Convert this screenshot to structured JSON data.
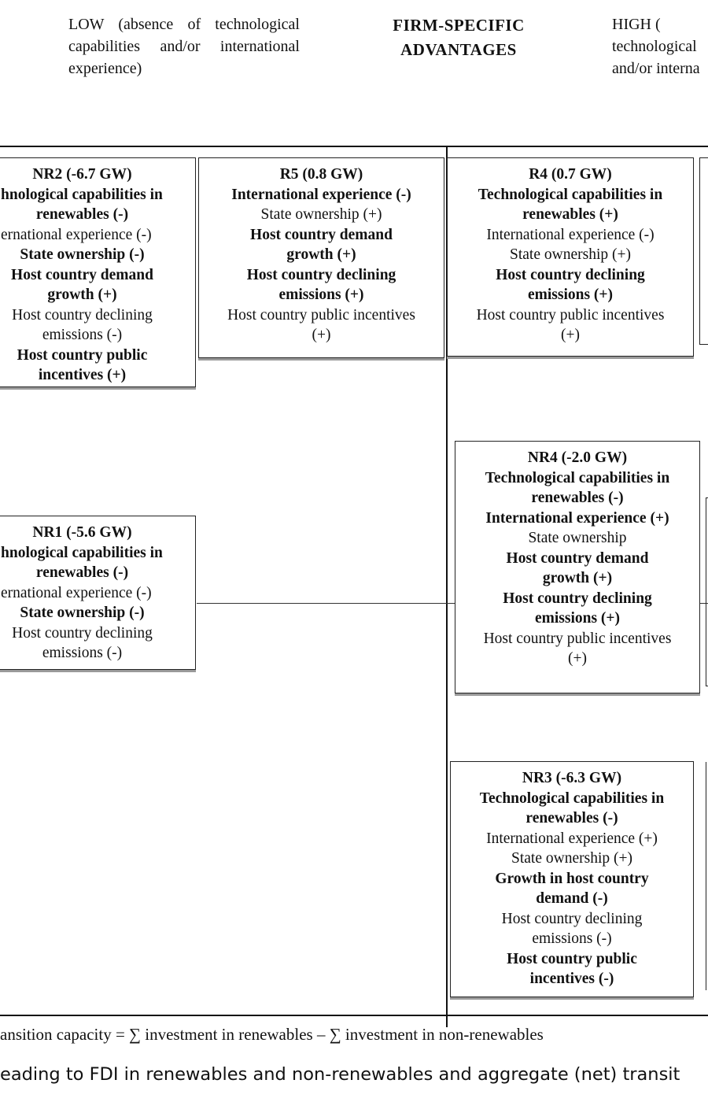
{
  "header": {
    "low_label": "LOW (absence of technological capabilities and/or international experience)",
    "title_line1": "FIRM-SPECIFIC",
    "title_line2": "ADVANTAGES",
    "high_label_lines": [
      "HIGH (",
      "technological",
      "and/or interna"
    ]
  },
  "boxes": {
    "nr2": {
      "title": "NR2 (-6.7 GW)",
      "lines": [
        {
          "text": "hnological capabilities in",
          "bold": true
        },
        {
          "text": "renewables (-)",
          "bold": true
        },
        {
          "text": "ernational experience (-)",
          "bold": false
        },
        {
          "text": "State ownership (-)",
          "bold": true
        },
        {
          "text": "Host country demand",
          "bold": true
        },
        {
          "text": "growth (+)",
          "bold": true
        },
        {
          "text": "Host country declining",
          "bold": false
        },
        {
          "text": "emissions (-)",
          "bold": false
        },
        {
          "text": "Host country public",
          "bold": true
        },
        {
          "text": "incentives (+)",
          "bold": true
        }
      ]
    },
    "r5": {
      "title": "R5 (0.8 GW)",
      "lines": [
        {
          "text": "International experience (-)",
          "bold": true
        },
        {
          "text": "State ownership (+)",
          "bold": false
        },
        {
          "text": "Host country demand",
          "bold": true
        },
        {
          "text": "growth (+)",
          "bold": true
        },
        {
          "text": "Host country declining",
          "bold": true
        },
        {
          "text": "emissions (+)",
          "bold": true
        },
        {
          "text": "Host country public incentives",
          "bold": false
        },
        {
          "text": "(+)",
          "bold": false
        }
      ]
    },
    "r4": {
      "title": "R4 (0.7 GW)",
      "lines": [
        {
          "text": "Technological capabilities in",
          "bold": true
        },
        {
          "text": "renewables (+)",
          "bold": true
        },
        {
          "text": "International experience (-)",
          "bold": false
        },
        {
          "text": "State ownership (+)",
          "bold": false
        },
        {
          "text": "Host country declining",
          "bold": true
        },
        {
          "text": "emissions (+)",
          "bold": true
        },
        {
          "text": "Host country public incentives",
          "bold": false
        },
        {
          "text": "(+)",
          "bold": false
        }
      ]
    },
    "nr1": {
      "title": "NR1 (-5.6 GW)",
      "lines": [
        {
          "text": "hnological capabilities in",
          "bold": true
        },
        {
          "text": "renewables (-)",
          "bold": true
        },
        {
          "text": "ernational experience (-)",
          "bold": false
        },
        {
          "text": "State ownership (-)",
          "bold": true
        },
        {
          "text": "Host country declining",
          "bold": false
        },
        {
          "text": "emissions (-)",
          "bold": false
        }
      ]
    },
    "nr4": {
      "title": "NR4 (-2.0 GW)",
      "lines": [
        {
          "text": "Technological capabilities in",
          "bold": true
        },
        {
          "text": "renewables (-)",
          "bold": true
        },
        {
          "text": "International experience (+)",
          "bold": true
        },
        {
          "text": "State ownership",
          "bold": false
        },
        {
          "text": "Host country demand",
          "bold": true
        },
        {
          "text": "growth (+)",
          "bold": true
        },
        {
          "text": "Host country declining",
          "bold": true
        },
        {
          "text": "emissions (+)",
          "bold": true
        },
        {
          "text": "Host country public incentives",
          "bold": false
        },
        {
          "text": "(+)",
          "bold": false
        }
      ]
    },
    "nr3": {
      "title": "NR3 (-6.3 GW)",
      "lines": [
        {
          "text": "Technological capabilities in",
          "bold": true
        },
        {
          "text": "renewables (-)",
          "bold": true
        },
        {
          "text": "International experience (+)",
          "bold": false
        },
        {
          "text": "State ownership (+)",
          "bold": false
        },
        {
          "text": "Growth in host country",
          "bold": true
        },
        {
          "text": "demand (-)",
          "bold": true
        },
        {
          "text": "Host country declining",
          "bold": false
        },
        {
          "text": "emissions (-)",
          "bold": false
        },
        {
          "text": "Host country public",
          "bold": true
        },
        {
          "text": "incentives (-)",
          "bold": true
        }
      ]
    }
  },
  "footer": {
    "formula": "ansition capacity = ∑ investment in renewables – ∑ investment in non-renewables",
    "caption": "eading to FDI in renewables and non-renewables and aggregate (net) transit"
  }
}
